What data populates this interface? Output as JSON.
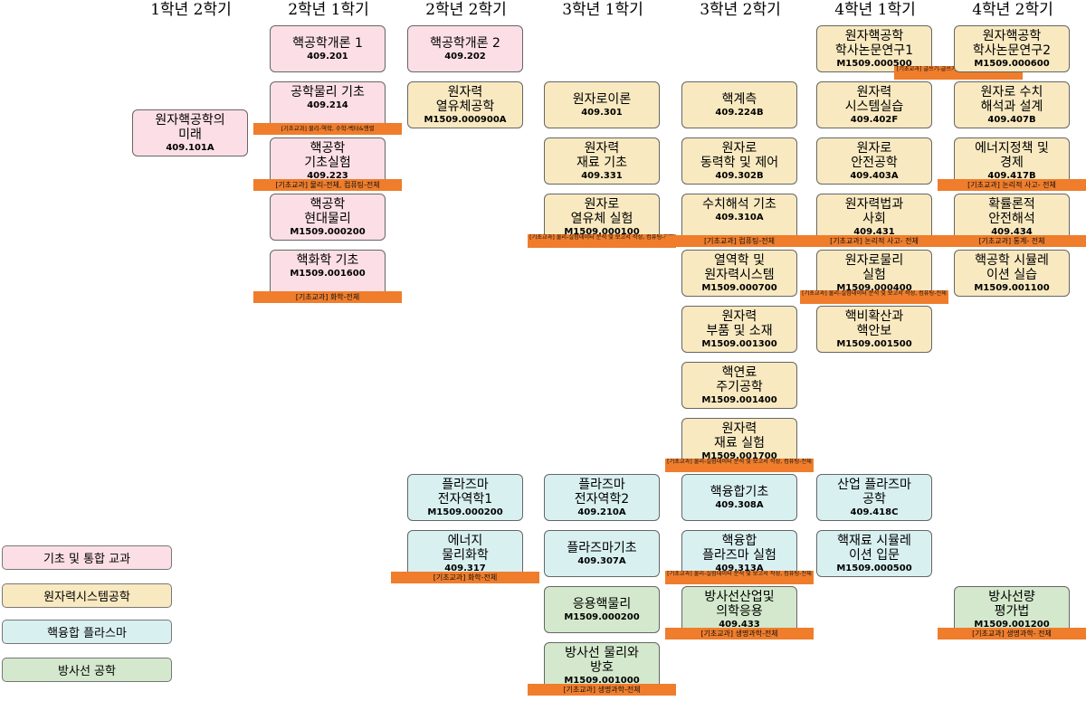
{
  "headers": [
    "1학년 2학기",
    "2학년 1학기",
    "2학년 2학기",
    "3학년 1학기",
    "3학년 2학기",
    "4학년 1학기",
    "4학년 2학기"
  ],
  "colors": {
    "basic": "#fcdfe6",
    "nuclear": "#f8e9c0",
    "plasma": "#d9f0f1",
    "radiation": "#d3e8cc",
    "tag": "#ef7d2c"
  },
  "legend": [
    {
      "label": "기초 및 통합 교과",
      "cat": "basic"
    },
    {
      "label": "원자력시스템공학",
      "cat": "nuclear"
    },
    {
      "label": "핵융합 플라스마",
      "cat": "plasma"
    },
    {
      "label": "방사선 공학",
      "cat": "radiation"
    }
  ],
  "courses": [
    {
      "col": 0,
      "row": 1.5,
      "cat": "basic",
      "name": "원자핵공학의\n미래",
      "code": "409.101A"
    },
    {
      "col": 1,
      "row": 0,
      "cat": "basic",
      "name": "핵공학개론 1",
      "code": "409.201"
    },
    {
      "col": 1,
      "row": 1,
      "cat": "basic",
      "name": "공학물리 기초",
      "code": "409.214",
      "tag": "[기초교과] 물리-역학, 수학-벡터&행렬",
      "tagStyle": "small"
    },
    {
      "col": 1,
      "row": 2,
      "cat": "basic",
      "name": "핵공학\n기초실험",
      "code": "409.223",
      "tag": "[기초교과] 물리-전체, 컴퓨팅-전체"
    },
    {
      "col": 1,
      "row": 3,
      "cat": "basic",
      "name": "핵공학\n현대물리",
      "code": "M1509.000200"
    },
    {
      "col": 1,
      "row": 4,
      "cat": "basic",
      "name": "핵화학 기초",
      "code": "M1509.001600",
      "tag": "[기초교과] 화학-전체"
    },
    {
      "col": 2,
      "row": 0,
      "cat": "basic",
      "name": "핵공학개론 2",
      "code": "409.202"
    },
    {
      "col": 2,
      "row": 1,
      "cat": "nuclear",
      "name": "원자력\n열유체공학",
      "code": "M1509.000900A"
    },
    {
      "col": 2,
      "row": 8,
      "cat": "plasma",
      "name": "플라즈마\n전자역학1",
      "code": "M1509.000200"
    },
    {
      "col": 2,
      "row": 9,
      "cat": "plasma",
      "name": "에너지\n물리화학",
      "code": "409.317",
      "tag": "[기초교과] 화학-전체"
    },
    {
      "col": 3,
      "row": 1,
      "cat": "nuclear",
      "name": "원자로이론",
      "code": "409.301"
    },
    {
      "col": 3,
      "row": 2,
      "cat": "nuclear",
      "name": "원자력\n재료 기초",
      "code": "409.331"
    },
    {
      "col": 3,
      "row": 3,
      "cat": "nuclear",
      "name": "원자로\n열유체 실험",
      "code": "M1509.000100",
      "tag": "[기초교과] 물리-실험데이터 분석 및 보고서 작성, 컴퓨팅-전체",
      "tagStyle": "two"
    },
    {
      "col": 3,
      "row": 8,
      "cat": "plasma",
      "name": "플라즈마\n전자역학2",
      "code": "409.210A"
    },
    {
      "col": 3,
      "row": 9,
      "cat": "plasma",
      "name": "플라즈마기초",
      "code": "409.307A"
    },
    {
      "col": 3,
      "row": 10,
      "cat": "radiation",
      "name": "응용핵물리",
      "code": "M1509.000200"
    },
    {
      "col": 3,
      "row": 11,
      "cat": "radiation",
      "name": "방사선 물리와\n방호",
      "code": "M1509.001000",
      "tag": "[기초교과] 생명과학-전체"
    },
    {
      "col": 4,
      "row": 1,
      "cat": "nuclear",
      "name": "핵계측",
      "code": "409.224B"
    },
    {
      "col": 4,
      "row": 2,
      "cat": "nuclear",
      "name": "원자로\n동력학 및 제어",
      "code": "409.302B"
    },
    {
      "col": 4,
      "row": 3,
      "cat": "nuclear",
      "name": "수치해석 기초",
      "code": "409.310A",
      "tag": "[기초교과] 컴퓨팅-전체"
    },
    {
      "col": 4,
      "row": 4,
      "cat": "nuclear",
      "name": "열역학 및\n원자력시스템",
      "code": "M1509.000700"
    },
    {
      "col": 4,
      "row": 5,
      "cat": "nuclear",
      "name": "원자력\n부품 및 소재",
      "code": "M1509.001300"
    },
    {
      "col": 4,
      "row": 6,
      "cat": "nuclear",
      "name": "핵연료\n주기공학",
      "code": "M1509.001400"
    },
    {
      "col": 4,
      "row": 7,
      "cat": "nuclear",
      "name": "원자력\n재료 실험",
      "code": "M1509.001700",
      "tag": "[기초교과] 물리-실험데이터 분석 및 보고서 작성, 컴퓨팅-전체",
      "tagStyle": "two"
    },
    {
      "col": 4,
      "row": 8,
      "cat": "plasma",
      "name": "핵융합기초",
      "code": "409.308A"
    },
    {
      "col": 4,
      "row": 9,
      "cat": "plasma",
      "name": "핵융합\n플라즈마 실험",
      "code": "409.313A",
      "tag": "[기초교과] 물리-실험데이터 분석 및 보고서 작성, 컴퓨팅-전체",
      "tagStyle": "two"
    },
    {
      "col": 4,
      "row": 10,
      "cat": "radiation",
      "name": "방사선산업및\n의학응용",
      "code": "409.433",
      "tag": "[기초교과] 생명과학-전체"
    },
    {
      "col": 5,
      "row": 0,
      "cat": "nuclear",
      "name": "원자핵공학\n학사논문연구1",
      "code": "M1509.000500",
      "tag": "[기초교과] 글쓰기-글쓰기를 통한 새로운 세계의 탐색",
      "tagStyle": "two",
      "tagLeft": 988,
      "tagWidth": 142
    },
    {
      "col": 5,
      "row": 1,
      "cat": "nuclear",
      "name": "원자력\n시스템실습",
      "code": "409.402F"
    },
    {
      "col": 5,
      "row": 2,
      "cat": "nuclear",
      "name": "원자로\n안전공학",
      "code": "409.403A"
    },
    {
      "col": 5,
      "row": 3,
      "cat": "nuclear",
      "name": "원자력법과\n사회",
      "code": "409.431",
      "tag": "[기초교과] 논리적 사고- 전체"
    },
    {
      "col": 5,
      "row": 4,
      "cat": "nuclear",
      "name": "원자로물리\n실험",
      "code": "M1509.000400",
      "tag": "[기초교과] 물리-실험데이터 분석 및 보고서 작성, 컴퓨팅-전체",
      "tagStyle": "two"
    },
    {
      "col": 5,
      "row": 5,
      "cat": "nuclear",
      "name": "핵비확산과\n핵안보",
      "code": "M1509.001500"
    },
    {
      "col": 5,
      "row": 8,
      "cat": "plasma",
      "name": "산업 플라즈마\n공학",
      "code": "409.418C"
    },
    {
      "col": 5,
      "row": 9,
      "cat": "plasma",
      "name": "핵재료 시뮬레\n이션 입문",
      "code": "M1509.000500"
    },
    {
      "col": 6,
      "row": 0,
      "cat": "nuclear",
      "name": "원자핵공학\n학사논문연구2",
      "code": "M1509.000600"
    },
    {
      "col": 6,
      "row": 1,
      "cat": "nuclear",
      "name": "원자로 수치\n해석과 설계",
      "code": "409.407B"
    },
    {
      "col": 6,
      "row": 2,
      "cat": "nuclear",
      "name": "에너지정책 및\n경제",
      "code": "409.417B",
      "tag": "[기초교과] 논리적 사고- 전체"
    },
    {
      "col": 6,
      "row": 3,
      "cat": "nuclear",
      "name": "확률론적\n안전해석",
      "code": "409.434",
      "tag": "[기초교과] 통계- 전체"
    },
    {
      "col": 6,
      "row": 4,
      "cat": "nuclear",
      "name": "핵공학 시뮬레\n이션 실습",
      "code": "M1509.001100"
    },
    {
      "col": 6,
      "row": 10,
      "cat": "radiation",
      "name": "방사선량\n평가법",
      "code": "M1509.001200",
      "tag": "[기초교과] 생명과학- 전체"
    }
  ]
}
